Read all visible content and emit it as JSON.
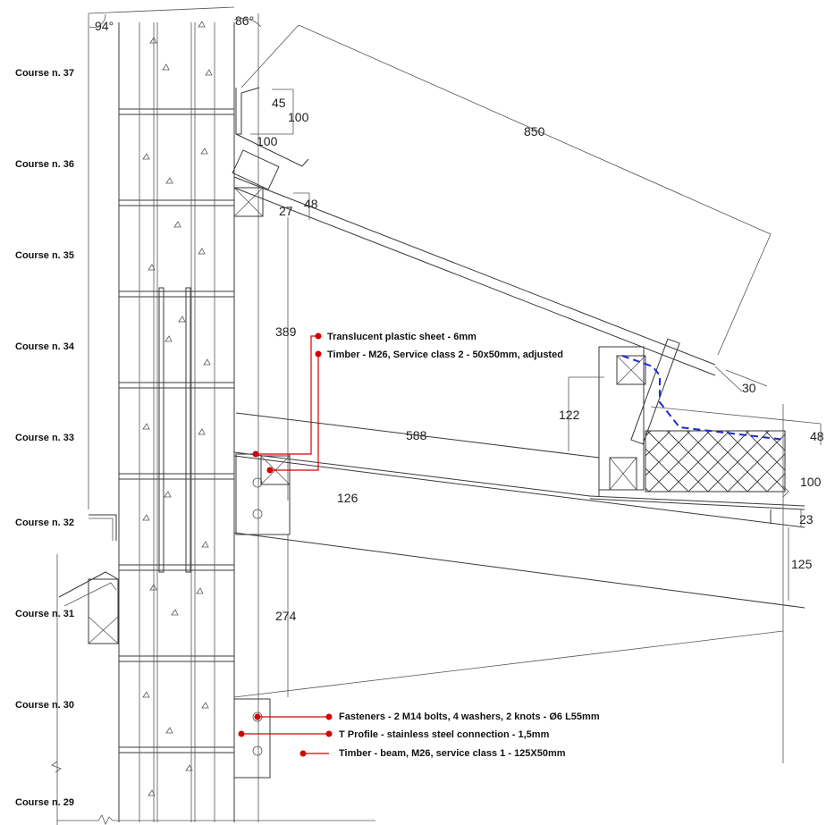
{
  "courses": [
    {
      "label": "Course n. 37"
    },
    {
      "label": "Course n. 36"
    },
    {
      "label": "Course n. 35"
    },
    {
      "label": "Course n. 34"
    },
    {
      "label": "Course n. 33"
    },
    {
      "label": "Course n. 32"
    },
    {
      "label": "Course n. 31"
    },
    {
      "label": "Course n. 30"
    },
    {
      "label": "Course n. 29"
    }
  ],
  "angles": {
    "left": "94°",
    "right": "86°"
  },
  "dimensions": {
    "d45": "45",
    "d100a": "100",
    "d100b": "100",
    "d850": "850",
    "d27": "27",
    "d48a": "48",
    "d389": "389",
    "d588": "588",
    "d122": "122",
    "d30": "30",
    "d48b": "48",
    "d126": "126",
    "d100c": "100",
    "d23": "23",
    "d125": "125",
    "d274": "274"
  },
  "annotations": {
    "plastic_sheet": "Translucent plastic sheet - 6mm",
    "timber_small": "Timber - M26, Service class 2 - 50x50mm, adjusted",
    "fasteners": "Fasteners - 2 M14 bolts, 4 washers, 2 knots - Ø6 L55mm",
    "t_profile": "T Profile - stainless steel connection - 1,5mm",
    "timber_beam": "Timber - beam, M26, service class 1 - 125X50mm"
  }
}
